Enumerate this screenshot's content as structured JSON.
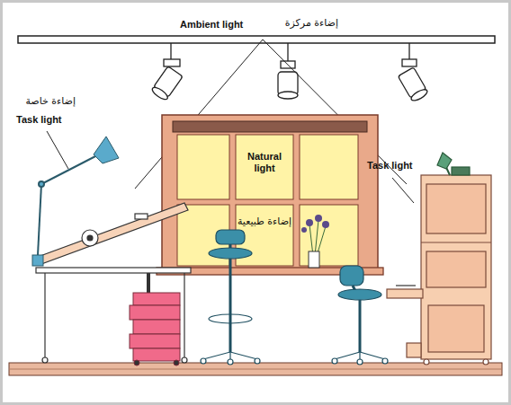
{
  "diagram": {
    "labels": [
      "Ambient light",
      "إضاءة مركزة",
      "إضاءة خاصة",
      "Task light",
      "Natural light",
      "إضاءة طبيعية",
      "Task light"
    ]
  }
}
